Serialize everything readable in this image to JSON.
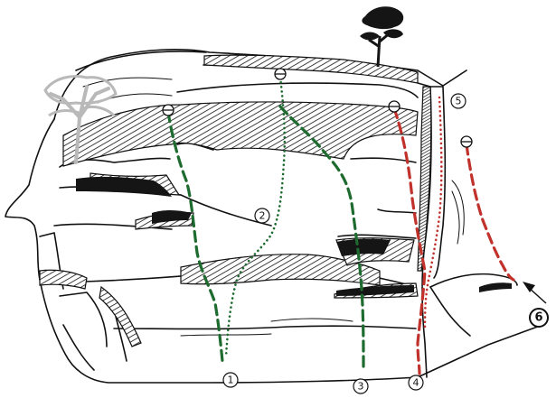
{
  "colors": {
    "green": "#1e6b2f",
    "red": "#c0322b",
    "ink": "#111111",
    "tree_gray": "#b9b9b9",
    "tree_dark": "#151515"
  },
  "routes": [
    {
      "label": "1",
      "color": "green",
      "style": "dashed"
    },
    {
      "label": "2",
      "color": "green",
      "style": "dotted"
    },
    {
      "label": "3",
      "color": "green",
      "style": "dashed"
    },
    {
      "label": "4",
      "color": "red",
      "style": "dashed"
    },
    {
      "label": "5",
      "color": "red",
      "style": "dotted"
    },
    {
      "label": "6",
      "color": "red",
      "style": "dashed"
    }
  ],
  "icons": {
    "anchor": "anchor-icon",
    "tree_left": "tree-icon",
    "tree_top": "tree-icon",
    "arrow": "arrow-icon"
  }
}
